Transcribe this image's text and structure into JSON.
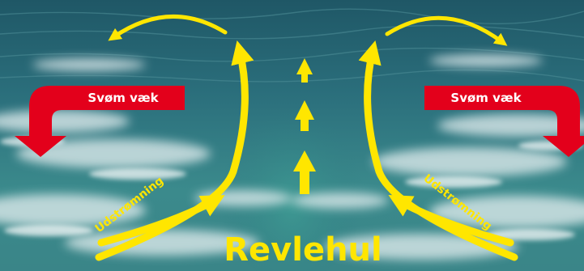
{
  "diagram": {
    "title": "Revlehul",
    "swim_away_left": "Svøm væk",
    "swim_away_right": "Svøm væk",
    "outflow_left": "Udstrømning",
    "outflow_right": "Udstrømning",
    "colors": {
      "yellow_arrow": "#ffe600",
      "red_arrow": "#e3001b",
      "sea_deep": "#1f5a6b",
      "sea_mid": "#2f7e88",
      "sea_light": "#4a9a98",
      "foam": "#e8f2f3"
    },
    "icons": [
      "curved-arrow-icon",
      "up-arrow-icon",
      "swim-away-arrow-icon"
    ]
  }
}
